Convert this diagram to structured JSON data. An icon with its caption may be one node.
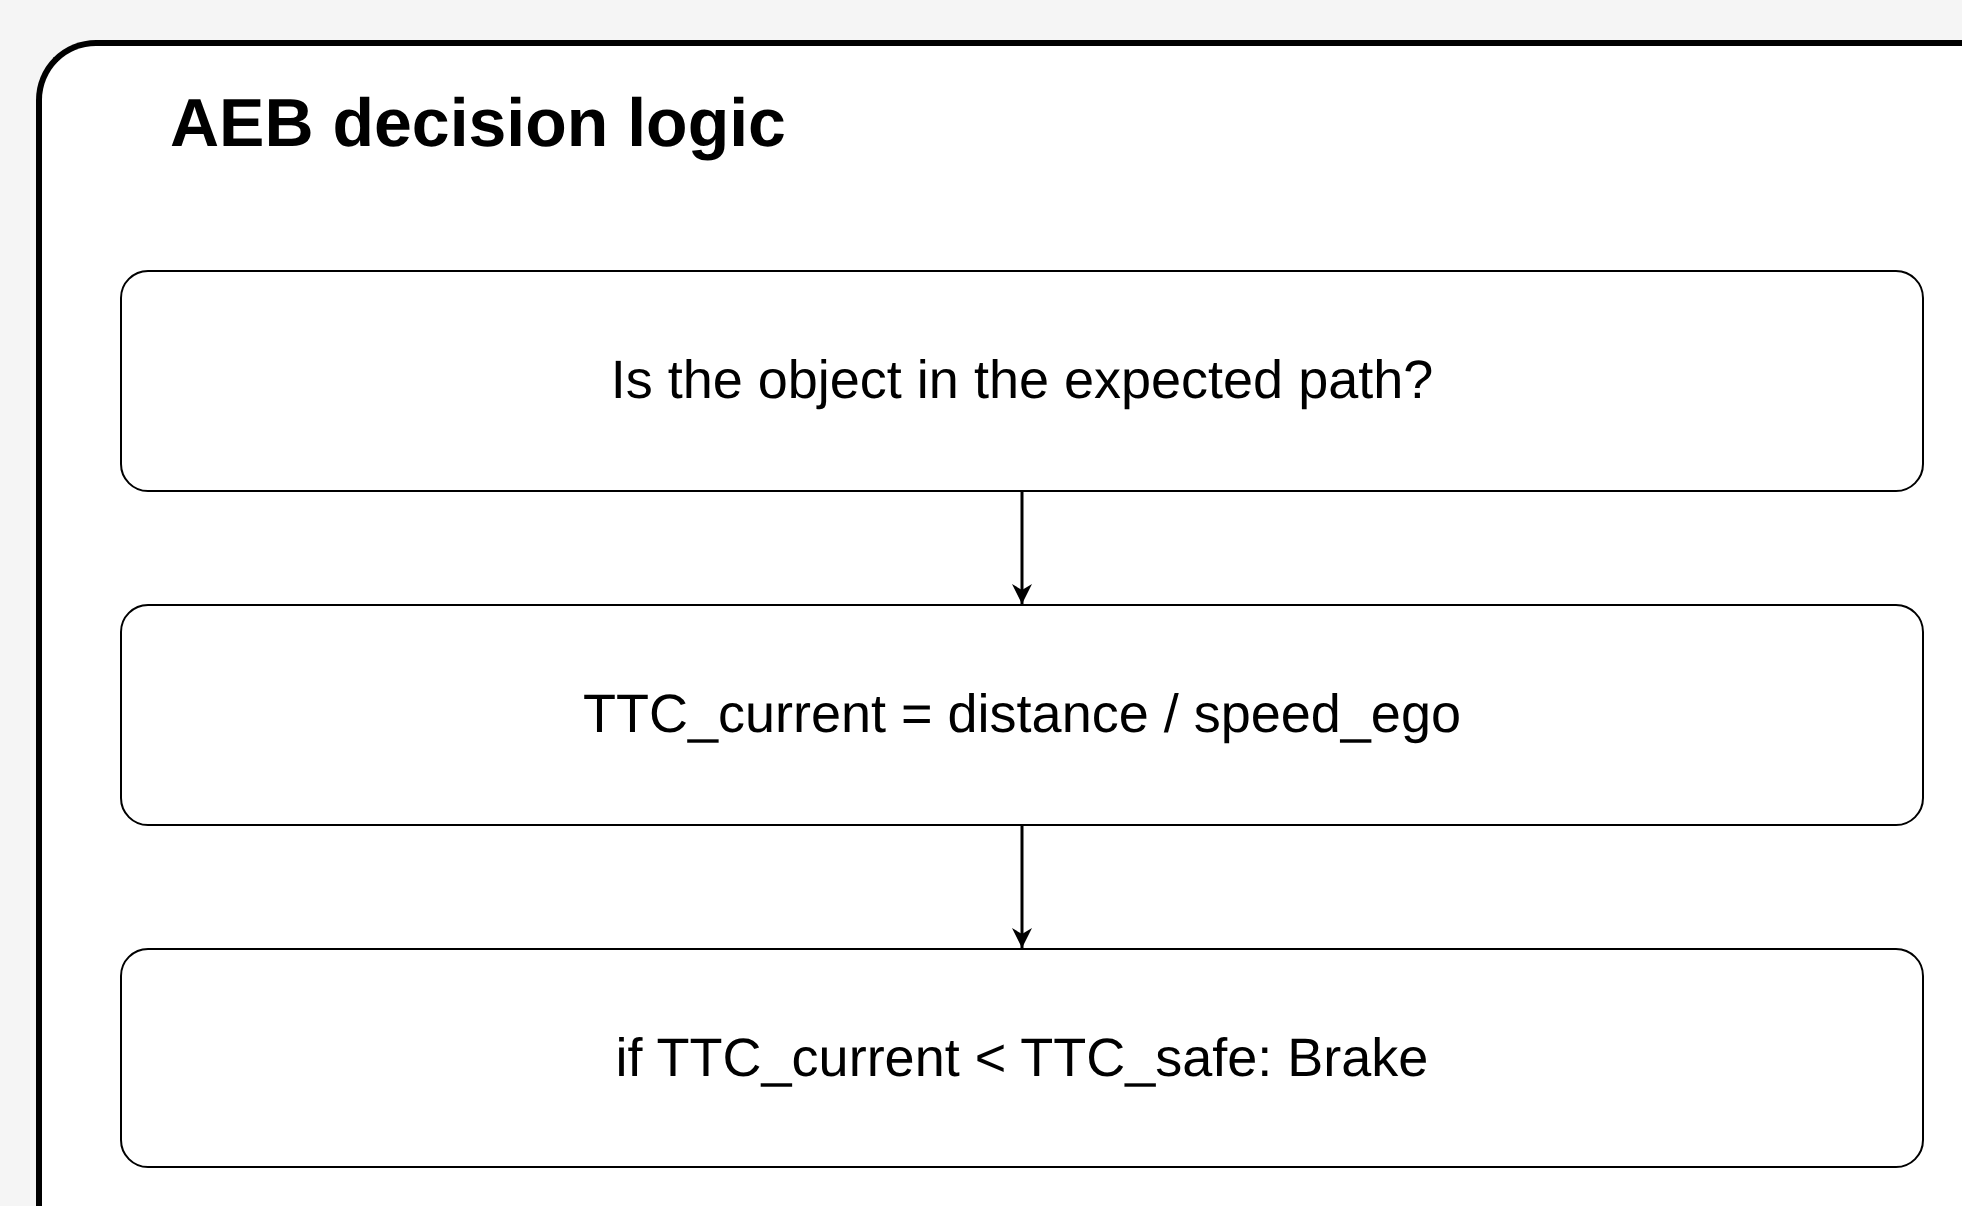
{
  "diagram": {
    "nodes": [
      {
        "text": [
          "AEB decision logic"
        ]
      },
      {
        "text": [
          "Is the object in the expected path?"
        ],
        "in": 0
      },
      {
        "text": [
          "TTC_current = distance / speed_ego"
        ],
        "in": 0
      },
      {
        "text": [
          "if TTC_current < TTC_safe: Brake"
        ],
        "in": 0
      }
    ],
    "edges": [
      {
        "from": 1,
        "to": 2,
        "arrow": "to"
      },
      {
        "from": 2,
        "to": 3,
        "arrow": "to"
      }
    ]
  }
}
